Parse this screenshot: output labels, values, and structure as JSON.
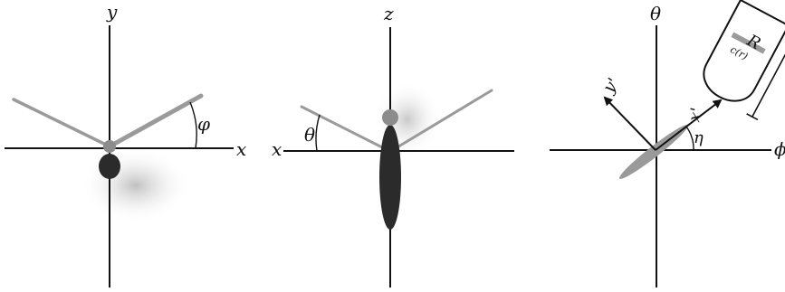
{
  "panel1": {
    "y_label": "y",
    "x_label": "x",
    "angle_label": "φ"
  },
  "panel2": {
    "z_label": "z",
    "x_label": "x",
    "angle_label": "θ"
  },
  "panel3": {
    "theta_label": "θ",
    "phi_label": "ϕ",
    "y_prime_label": "y'",
    "x_prime_label": "x'",
    "eta_label": "η",
    "blade_radius_label": "R",
    "chord_label": "c(r)"
  },
  "colors": {
    "axis": "#111111",
    "wing": "#9a9a9a",
    "head": "#8c8c8c",
    "body": "#2b2b2b",
    "glow": "#bdbdbd"
  }
}
